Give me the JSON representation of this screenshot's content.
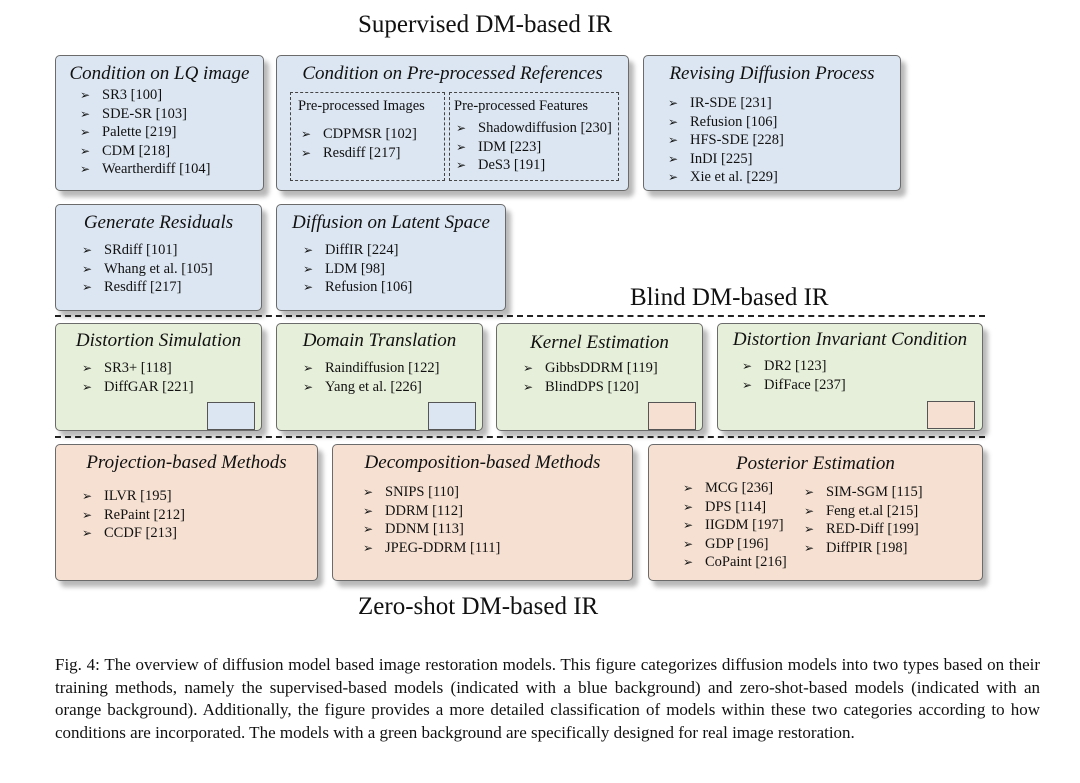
{
  "titles": {
    "supervised": "Supervised DM-based IR",
    "blind": "Blind DM-based IR",
    "zeroshot": "Zero-shot DM-based IR"
  },
  "colors": {
    "blue": "#dce6f2",
    "green": "#e6efd9",
    "orange": "#f5e0d2"
  },
  "bullet": "➢",
  "supervised": {
    "lq": {
      "title": "Condition on LQ image",
      "items": [
        "SR3 [100]",
        "SDE-SR [103]",
        "Palette [219]",
        "CDM [218]",
        "Weartherdiff [104]"
      ]
    },
    "preproc": {
      "title": "Condition on Pre-processed References",
      "images": {
        "title": "Pre-processed Images",
        "items": [
          "CDPMSR [102]",
          "Resdiff [217]"
        ]
      },
      "features": {
        "title": "Pre-processed Features",
        "items": [
          "Shadowdiffusion [230]",
          "IDM [223]",
          "DeS3 [191]"
        ]
      }
    },
    "revising": {
      "title": "Revising Diffusion Process",
      "items": [
        "IR-SDE [231]",
        "Refusion [106]",
        "HFS-SDE [228]",
        "InDI [225]",
        "Xie et al. [229]"
      ]
    },
    "residuals": {
      "title": "Generate Residuals",
      "items": [
        "SRdiff [101]",
        "Whang et al. [105]",
        "Resdiff [217]"
      ]
    },
    "latent": {
      "title": "Diffusion on Latent Space",
      "items": [
        "DiffIR [224]",
        "LDM [98]",
        "Refusion [106]"
      ]
    }
  },
  "blind": {
    "distortion_sim": {
      "title": "Distortion Simulation",
      "items": [
        "SR3+ [118]",
        "DiffGAR [221]"
      ]
    },
    "domain": {
      "title": "Domain Translation",
      "items": [
        "Raindiffusion [122]",
        "Yang et al. [226]"
      ]
    },
    "kernel": {
      "title": "Kernel Estimation",
      "items": [
        "GibbsDDRM [119]",
        "BlindDPS [120]"
      ]
    },
    "invariant": {
      "title": "Distortion Invariant Condition",
      "items": [
        "DR2 [123]",
        "DifFace [237]"
      ]
    }
  },
  "zeroshot": {
    "projection": {
      "title": "Projection-based Methods",
      "items": [
        "ILVR [195]",
        "RePaint [212]",
        "CCDF [213]"
      ]
    },
    "decomposition": {
      "title": "Decomposition-based Methods",
      "items": [
        "SNIPS [110]",
        "DDRM [112]",
        "DDNM [113]",
        "JPEG-DDRM [111]"
      ]
    },
    "posterior": {
      "title": "Posterior Estimation",
      "left": [
        "MCG [236]",
        "DPS [114]",
        "IIGDM [197]",
        "GDP [196]",
        "CoPaint [216]"
      ],
      "right": [
        "SIM-SGM [115]",
        "Feng et.al [215]",
        "RED-Diff [199]",
        "DiffPIR [198]"
      ]
    }
  },
  "caption": "Fig. 4: The overview of diffusion model based image restoration models. This figure categorizes diffusion models into two types based on their training methods, namely the supervised-based models (indicated with a blue background) and zero-shot-based models (indicated with an orange background). Additionally, the figure provides a more detailed classification of models within these two categories according to how conditions are incorporated. The models with a green background are specifically designed for real image restoration."
}
